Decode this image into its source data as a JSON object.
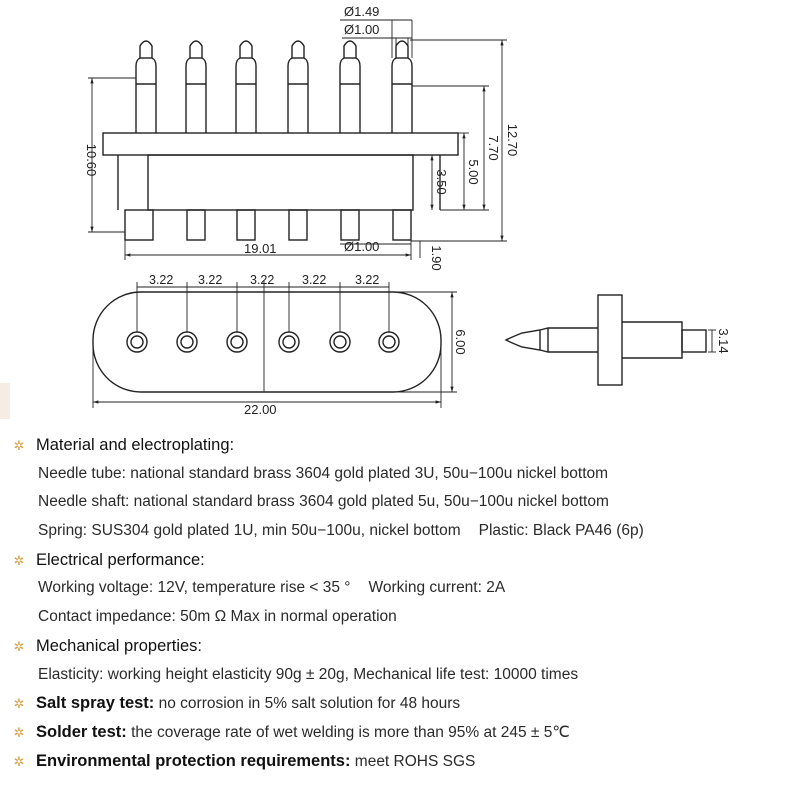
{
  "drawing": {
    "top_view": {
      "d_outer": "Ø1.49",
      "d_inner": "Ø1.00",
      "height_left": "10.60",
      "total_height": "12.70",
      "h_770": "7.70",
      "h_500": "5.00",
      "h_350": "3.50",
      "width_bottom": "19.01",
      "d_bottom": "Ø1.00",
      "tail": "1.90"
    },
    "bottom_view": {
      "pitches": [
        "3.22",
        "3.22",
        "3.22",
        "3.22",
        "3.22"
      ],
      "height": "6.00",
      "width": "22.00"
    },
    "side_view": {
      "width": "3.14"
    }
  },
  "specs": {
    "material": {
      "title": "Material and electroplating:",
      "lines": [
        "Needle tube: national standard brass 3604 gold plated 3U, 50u−100u nickel bottom",
        "Needle shaft: national standard brass 3604 gold plated 5u, 50u−100u nickel bottom",
        "Spring: SUS304 gold plated 1U, min 50u−100u, nickel bottom"
      ],
      "plastic": "Plastic: Black PA46 (6p)"
    },
    "electrical": {
      "title": "Electrical performance:",
      "voltage": "Working voltage: 12V, temperature rise < 35 °",
      "current": "Working current: 2A",
      "impedance": "Contact impedance: 50m Ω Max in normal operation"
    },
    "mechanical": {
      "title": "Mechanical properties:",
      "line": "Elasticity: working height elasticity 90g ± 20g, Mechanical life test: 10000 times"
    },
    "salt": {
      "title": "Salt spray test:",
      "text": "no corrosion in 5% salt solution for 48 hours"
    },
    "solder": {
      "title": "Solder test:",
      "text": "the coverage rate of wet welding is more than 95% at 245 ± 5℃"
    },
    "env": {
      "title": "Environmental protection requirements:",
      "text": "meet ROHS  SGS"
    }
  }
}
